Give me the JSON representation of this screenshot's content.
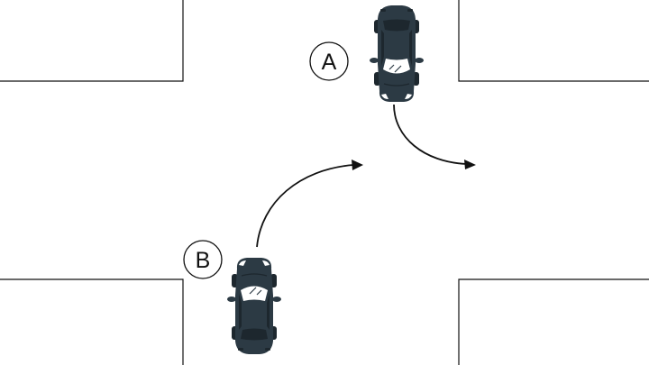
{
  "vehicles": [
    {
      "label": "A",
      "heading": "south",
      "maneuver": "left-turn",
      "icon": "car-icon"
    },
    {
      "label": "B",
      "heading": "north",
      "maneuver": "right-turn",
      "icon": "car-icon"
    }
  ],
  "colors": {
    "car_body": "#2c3a44",
    "car_glass": "#ffffff",
    "road_edge": "#111111",
    "path": "#111111",
    "background": "#ffffff"
  }
}
